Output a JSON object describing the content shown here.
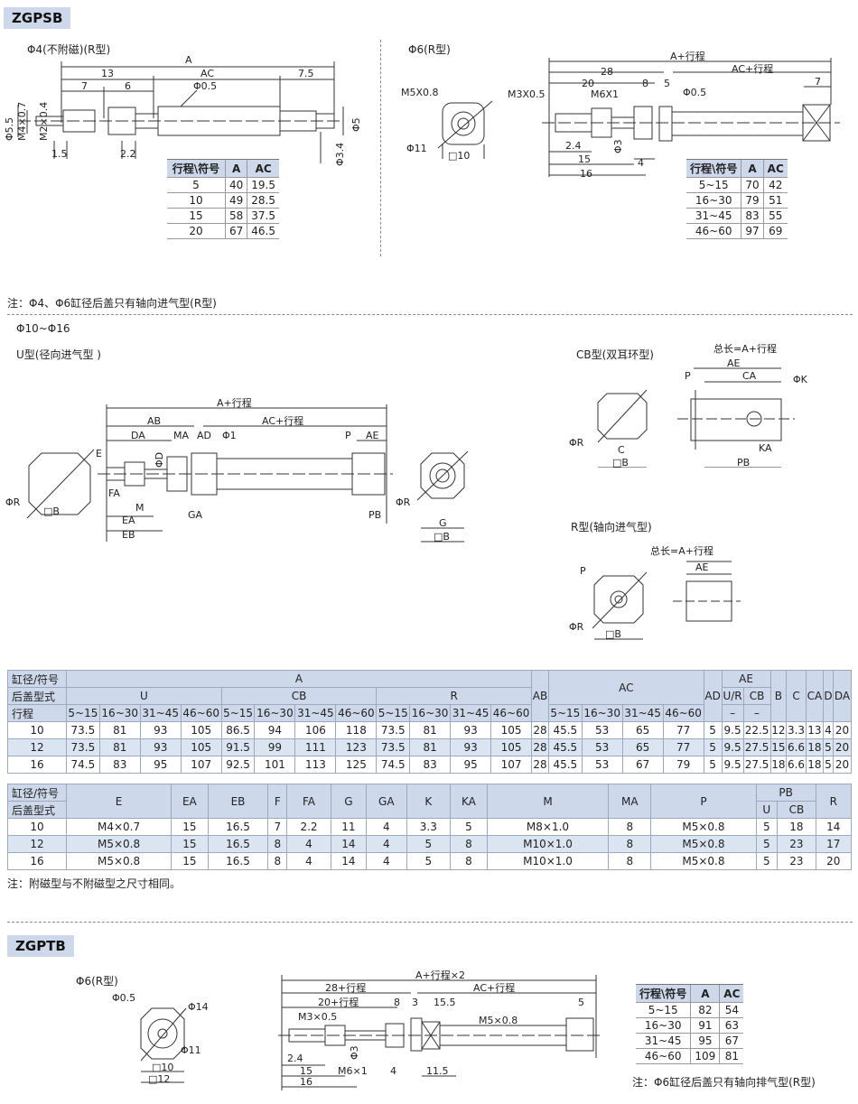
{
  "sections": {
    "zgpsb": "ZGPSB",
    "zgptb": "ZGPTB"
  },
  "phi4": {
    "title": "Φ4(不附磁)(R型)",
    "dims": {
      "A": "A",
      "d13": "13",
      "AC": "AC",
      "d75": "7.5",
      "d7": "7",
      "d6": "6",
      "phi05": "Φ0.5",
      "phi55": "Φ5.5",
      "m4": "M4×0.7",
      "m2": "M2×0.4",
      "phi5": "Φ5",
      "d15": "1.5",
      "d22": "2.2",
      "phi34": "Φ3.4"
    },
    "table": {
      "header": [
        "行程\\符号",
        "A",
        "AC"
      ],
      "rows": [
        [
          "5",
          "40",
          "19.5"
        ],
        [
          "10",
          "49",
          "28.5"
        ],
        [
          "15",
          "58",
          "37.5"
        ],
        [
          "20",
          "67",
          "46.5"
        ]
      ]
    }
  },
  "phi6": {
    "title": "Φ6(R型)",
    "dims": {
      "m5": "M5X0.8",
      "phi11": "Φ11",
      "sq10": "□10",
      "A": "A+行程",
      "d28": "28",
      "AC": "AC+行程",
      "d20": "20",
      "d8": "8",
      "d5": "5",
      "phi05": "Φ0.5",
      "d7": "7",
      "m3": "M3X0.5",
      "m6": "M6X1",
      "d24": "2.4",
      "phi3": "Φ3",
      "d15": "15",
      "d4": "4",
      "d16": "16"
    },
    "table": {
      "header": [
        "行程\\符号",
        "A",
        "AC"
      ],
      "rows": [
        [
          "5~15",
          "70",
          "42"
        ],
        [
          "16~30",
          "79",
          "51"
        ],
        [
          "31~45",
          "83",
          "55"
        ],
        [
          "46~60",
          "97",
          "69"
        ]
      ]
    }
  },
  "note1": "注：Φ4、Φ6缸径后盖只有轴向进气型(R型)",
  "mid": {
    "range": "Φ10~Φ16",
    "u_title": "U型(径向进气型 )",
    "cb_title": "CB型(双耳环型)",
    "r_title": "R型(轴向进气型)",
    "u_dims": {
      "A": "A+行程",
      "AB": "AB",
      "AC": "AC+行程",
      "DA": "DA",
      "MA": "MA",
      "AD": "AD",
      "phi1": "Φ1",
      "P": "P",
      "AE": "AE",
      "E": "E",
      "phiD": "ΦD",
      "FA": "FA",
      "M": "M",
      "EA": "EA",
      "GA": "GA",
      "EB": "EB",
      "PB": "PB",
      "phiR": "ΦR",
      "sqB": "□B",
      "G": "G"
    },
    "cb_dims": {
      "total": "总长=A+行程",
      "AE": "AE",
      "CA": "CA",
      "P": "P",
      "phiK": "ΦK",
      "phiR": "ΦR",
      "C": "C",
      "sqB": "□B",
      "KA": "KA",
      "PB": "PB"
    },
    "r_dims": {
      "total": "总长=A+行程",
      "AE": "AE",
      "P": "P",
      "phiR": "ΦR",
      "sqB": "□B"
    }
  },
  "table1": {
    "h_bore": "缸径/符号",
    "h_cover": "后盖型式",
    "h_stroke": "行程",
    "A": "A",
    "U": "U",
    "CB": "CB",
    "R": "R",
    "AB": "AB",
    "AC": "AC",
    "AD": "AD",
    "AE": "AE",
    "UR": "U/R",
    "AECB": "CB",
    "dash": "–",
    "B": "B",
    "C": "C",
    "CA": "CA",
    "D": "D",
    "DA": "DA",
    "strokes": [
      "5~15",
      "16~30",
      "31~45",
      "46~60",
      "5~15",
      "16~30",
      "31~45",
      "46~60",
      "5~15",
      "16~30",
      "31~45",
      "46~60"
    ],
    "ac_strokes": [
      "5~15",
      "16~30",
      "31~45",
      "46~60"
    ],
    "rows": [
      [
        "10",
        "73.5",
        "81",
        "93",
        "105",
        "86.5",
        "94",
        "106",
        "118",
        "73.5",
        "81",
        "93",
        "105",
        "28",
        "45.5",
        "53",
        "65",
        "77",
        "5",
        "9.5",
        "22.5",
        "12",
        "3.3",
        "13",
        "4",
        "20"
      ],
      [
        "12",
        "73.5",
        "81",
        "93",
        "105",
        "91.5",
        "99",
        "111",
        "123",
        "73.5",
        "81",
        "93",
        "105",
        "28",
        "45.5",
        "53",
        "65",
        "77",
        "5",
        "9.5",
        "27.5",
        "15",
        "6.6",
        "18",
        "5",
        "20"
      ],
      [
        "16",
        "74.5",
        "83",
        "95",
        "107",
        "92.5",
        "101",
        "113",
        "125",
        "74.5",
        "83",
        "95",
        "107",
        "28",
        "45.5",
        "53",
        "67",
        "79",
        "5",
        "9.5",
        "27.5",
        "18",
        "6.6",
        "18",
        "5",
        "20"
      ]
    ]
  },
  "table2": {
    "h_bore": "缸径/符号",
    "h_cover": "后盖型式",
    "cols": [
      "E",
      "EA",
      "EB",
      "F",
      "FA",
      "G",
      "GA",
      "K",
      "KA",
      "M",
      "MA",
      "P"
    ],
    "PB": "PB",
    "PBU": "U",
    "PBCB": "CB",
    "R": "R",
    "rows": [
      [
        "10",
        "M4×0.7",
        "15",
        "16.5",
        "7",
        "2.2",
        "11",
        "4",
        "3.3",
        "5",
        "M8×1.0",
        "8",
        "M5×0.8",
        "5",
        "18",
        "14"
      ],
      [
        "12",
        "M5×0.8",
        "15",
        "16.5",
        "8",
        "4",
        "14",
        "4",
        "5",
        "8",
        "M10×1.0",
        "8",
        "M5×0.8",
        "5",
        "23",
        "17"
      ],
      [
        "16",
        "M5×0.8",
        "15",
        "16.5",
        "8",
        "4",
        "14",
        "4",
        "5",
        "8",
        "M10×1.0",
        "8",
        "M5×0.8",
        "5",
        "23",
        "20"
      ]
    ]
  },
  "note2": "注：附磁型与不附磁型之尺寸相同。",
  "zgptb": {
    "title": "Φ6(R型)",
    "side_dims": {
      "phi05": "Φ0.5",
      "phi14": "Φ14",
      "phi11": "Φ11",
      "sq10": "□10",
      "sq12": "□12"
    },
    "dims": {
      "A": "A+行程×2",
      "d28": "28+行程",
      "AC": "AC+行程",
      "d20": "20+行程",
      "d8": "8",
      "d3": "3",
      "d155": "15.5",
      "d5": "5",
      "m3": "M3×0.5",
      "m5": "M5×0.8",
      "phi3": "Φ3",
      "d24": "2.4",
      "m6": "M6×1",
      "d4": "4",
      "d115": "11.5",
      "d15": "15",
      "d16": "16"
    },
    "table": {
      "header": [
        "行程\\符号",
        "A",
        "AC"
      ],
      "rows": [
        [
          "5~15",
          "82",
          "54"
        ],
        [
          "16~30",
          "91",
          "63"
        ],
        [
          "31~45",
          "95",
          "67"
        ],
        [
          "46~60",
          "109",
          "81"
        ]
      ]
    },
    "note": "注：Φ6缸径后盖只有轴向排气型(R型)"
  }
}
